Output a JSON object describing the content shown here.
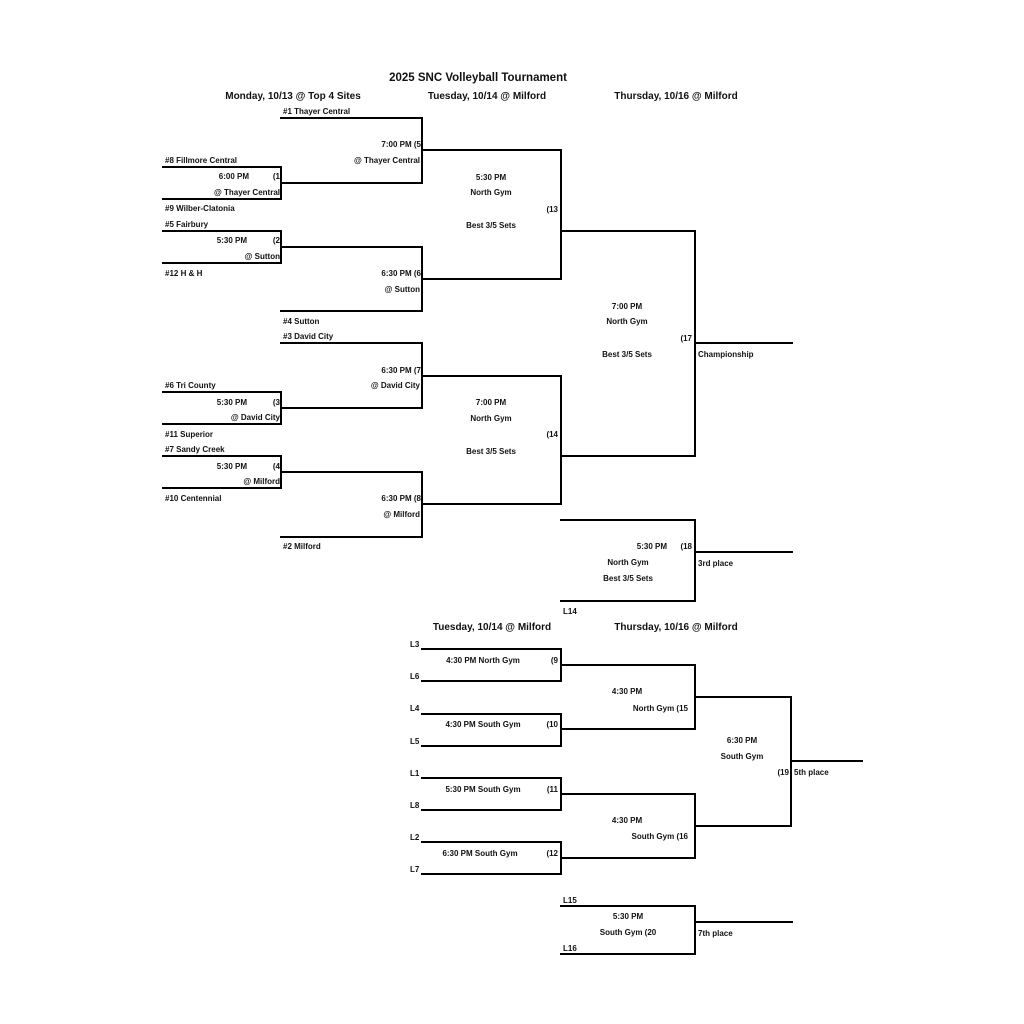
{
  "title": "2025 SNC Volleyball Tournament",
  "headers": {
    "round1": "Monday, 10/13 @ Top 4 Sites",
    "round2": "Tuesday, 10/14 @ Milford",
    "round3": "Thursday, 10/16 @ Milford",
    "consolation_round1": "Tuesday, 10/14 @ Milford",
    "consolation_round2": "Thursday, 10/16 @ Milford"
  },
  "teams": {
    "t1": "#1 Thayer Central",
    "t8": "#8 Fillmore Central",
    "t9": "#9 Wilber-Clatonia",
    "t5": "#5 Fairbury",
    "t12": "#12 H & H",
    "t4": "#4 Sutton",
    "t3": "#3 David City",
    "t6": "#6 Tri County",
    "t11": "#11 Superior",
    "t7": "#7 Sandy Creek",
    "t10": "#10 Centennial",
    "t2": "#2 Milford"
  },
  "games": {
    "g1": {
      "time": "6:00 PM",
      "num": "(1",
      "site": "@ Thayer Central"
    },
    "g2": {
      "time": "5:30 PM",
      "num": "(2",
      "site": "@ Sutton"
    },
    "g3": {
      "time": "5:30 PM",
      "num": "(3",
      "site": "@ David City"
    },
    "g4": {
      "time": "5:30 PM",
      "num": "(4",
      "site": "@ Milford"
    },
    "g5": {
      "time_num": "7:00 PM (5",
      "site": "@ Thayer Central"
    },
    "g6": {
      "time_num": "6:30 PM (6",
      "site": "@ Sutton"
    },
    "g7": {
      "time_num": "6:30 PM (7",
      "site": "@ David City"
    },
    "g8": {
      "time_num": "6:30 PM (8",
      "site": "@ Milford"
    },
    "g13": {
      "time": "5:30 PM",
      "venue": "North Gym",
      "format": "Best 3/5 Sets",
      "num": "(13"
    },
    "g14": {
      "time": "7:00 PM",
      "venue": "North Gym",
      "format": "Best 3/5 Sets",
      "num": "(14"
    },
    "g17": {
      "time": "7:00 PM",
      "venue": "North Gym",
      "format": "Best 3/5 Sets",
      "num": "(17",
      "result": "Championship"
    },
    "g18": {
      "time": "5:30 PM",
      "venue": "North Gym",
      "format": "Best 3/5 Sets",
      "num": "(18",
      "result": "3rd place",
      "bottom_slot": "L14"
    },
    "g9": {
      "info": "4:30 PM North Gym",
      "num": "(9",
      "top_slot": "L3",
      "bottom_slot": "L6"
    },
    "g10": {
      "info": "4:30 PM South Gym",
      "num": "(10",
      "top_slot": "L4",
      "bottom_slot": "L5"
    },
    "g11": {
      "info": "5:30 PM South Gym",
      "num": "(11",
      "top_slot": "L1",
      "bottom_slot": "L8"
    },
    "g12": {
      "info": "6:30 PM South Gym",
      "num": "(12",
      "top_slot": "L2",
      "bottom_slot": "L7"
    },
    "g15": {
      "time": "4:30 PM",
      "venue_num": "North Gym (15"
    },
    "g16": {
      "time": "4:30 PM",
      "venue_num": "South Gym (16"
    },
    "g19": {
      "time": "6:30 PM",
      "venue": "South Gym",
      "num": "(19",
      "result": "5th place"
    },
    "g20": {
      "time": "5:30 PM",
      "venue_num": "South Gym (20",
      "result": "7th place",
      "top_slot": "L15",
      "bottom_slot": "L16"
    }
  }
}
